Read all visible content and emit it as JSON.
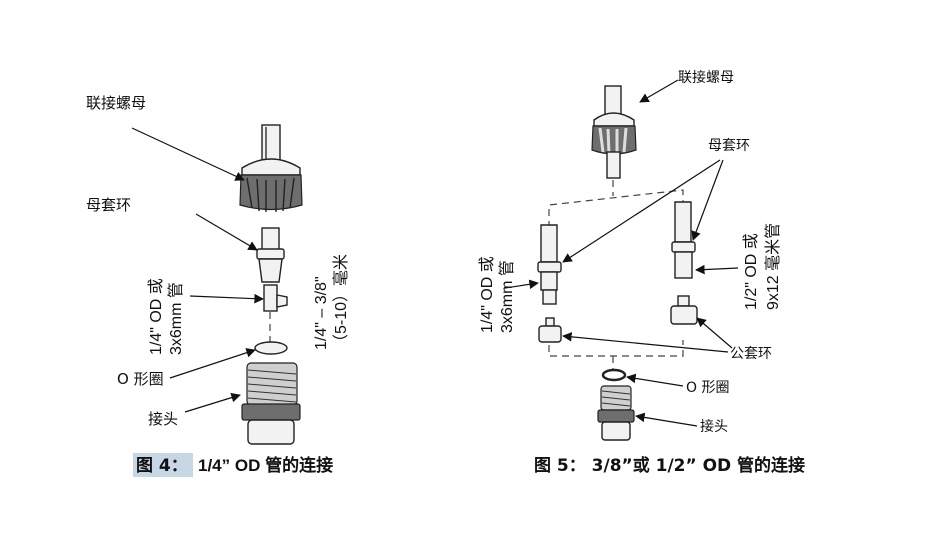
{
  "figure4": {
    "label_nut": "联接螺母",
    "label_ferrule": "母套环",
    "label_tube_a": "1/4\" OD 或",
    "label_tube_b": "3x6mm 管",
    "label_range_a": "1/4\" – 3/8\"",
    "label_range_b": "（5-10）毫米",
    "label_oring": "O 形圈",
    "label_fitting": "接头",
    "caption_prefix": "图 4：",
    "caption_rest": "1/4” OD 管的连接"
  },
  "figure5": {
    "label_nut": "联接螺母",
    "label_ferrule": "母套环",
    "label_tube_a": "1/4\" OD 或",
    "label_tube_b": "3x6mm 管",
    "label_half_a": "1/2\" OD 或",
    "label_half_b": "9x12 毫米管",
    "label_male_ferrule": "公套环",
    "label_oring": "O 形圈",
    "label_fitting": "接头",
    "caption": "图 5： 3/8”或 1/2” OD 管的连接"
  },
  "colors": {
    "caption_highlight": "#c8d7e6",
    "line": "#111111"
  }
}
